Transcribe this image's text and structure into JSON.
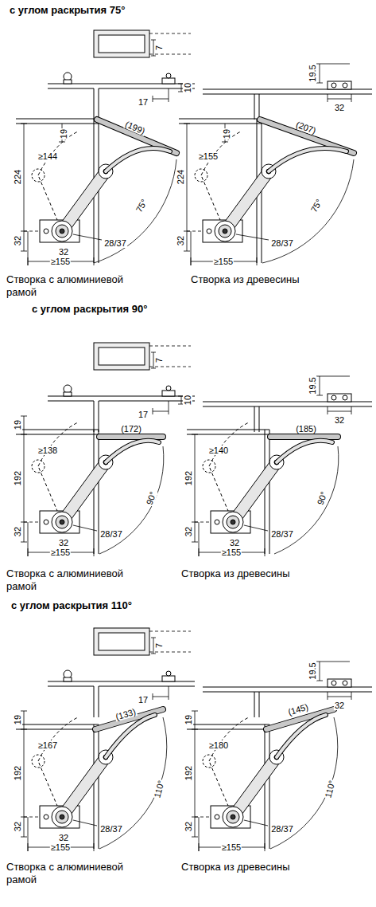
{
  "diagram": {
    "labels": [
      "с углом раскрытия 75°",
      "7",
      "10",
      "17",
      "19.5",
      "32",
      "(199)",
      "19",
      "≥144",
      "224",
      "75°",
      "32",
      "32",
      "28/37",
      "≥155",
      "(207)",
      "19",
      "≥155",
      "224",
      "75°",
      "32",
      "28/37",
      "≥155",
      "Створка с алюминиевой рамой",
      "Створка из древесины",
      "с углом раскрытия 90°",
      "7",
      "10",
      "17",
      "19.5",
      "32",
      "19",
      "(172)",
      "≥138",
      "192",
      "90°",
      "32",
      "32",
      "28/37",
      "≥155",
      "(185)",
      "≥140",
      "192",
      "90°",
      "32",
      "32",
      "28/37",
      "≥155",
      "Створка с алюминиевой рамой",
      "Створка из древесины",
      "с углом раскрытия 110°",
      "7",
      "17",
      "19.5",
      "32",
      "19",
      "(133)",
      "≥167",
      "192",
      "110°",
      "32",
      "32",
      "28/37",
      "≥155",
      "19",
      "(145)",
      "≥180",
      "192",
      "110°",
      "32",
      "28/37",
      "≥155",
      "Створка с алюминиевой рамой",
      "Створка из древесины"
    ]
  }
}
